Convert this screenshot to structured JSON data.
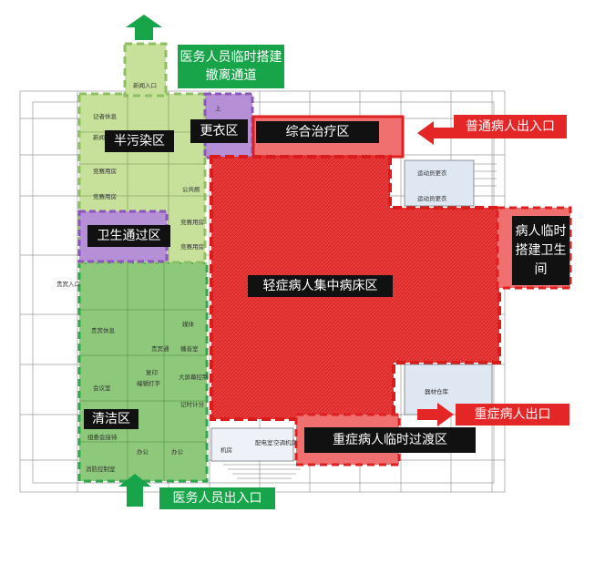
{
  "labels": {
    "semi_contaminated": "半污染区",
    "changing": "更衣区",
    "treatment": "综合治疗区",
    "hygiene_pass": "卫生通过区",
    "mild_ward": "轻症病人集中病床区",
    "clean": "清洁区",
    "severe_transit": "重症病人临时过渡区",
    "temp_toilet": "病人临时搭建卫生间",
    "staff_evac": "医务人员临时搭建撤离通道",
    "staff_entrance": "医务人员出入口",
    "patient_entrance": "普通病人出入口",
    "severe_exit": "重症病人出口"
  },
  "plan_text": {
    "press_entrance": "新闻入口",
    "reporter_rest": "记者休息",
    "news": "新闻",
    "competition_1": "竞赛用房",
    "competition_2": "竞赛用房",
    "public_restroom": "公共厕",
    "competition_3": "竞赛用房",
    "competition_4": "竞赛用房",
    "vip_entrance": "贵宾入口",
    "vip_rest": "贵宾休息",
    "meeting": "会议室",
    "reception": "组委会接待",
    "vip_pass": "贵宾通",
    "broadcast": "播音室",
    "media": "媒体",
    "print": "复印",
    "edit_print": "编辑打字",
    "big_screen": "大屏幕控制",
    "scoring": "记时计分",
    "office": "办公",
    "office2": "办公",
    "machine_room": "机房",
    "power_room": "配电室",
    "ac_room": "空调机房",
    "fire_control": "消防控制室",
    "equipment": "器材仓库",
    "athlete_changing_1": "运动员更衣",
    "athlete_changing_2": "运动员更衣",
    "up": "上"
  },
  "colors": {
    "green_zone": "#8ec87a",
    "semi_zone": "#c7e09a",
    "purple_zone": "#9b6bc4",
    "red_zone": "#e83232",
    "label_black": "#111111",
    "label_green": "#18a54a",
    "label_red": "#e42626"
  },
  "icons": {
    "up_arrow": "up-arrow-icon",
    "left_arrow": "left-arrow-icon",
    "right_arrow": "right-arrow-icon"
  }
}
